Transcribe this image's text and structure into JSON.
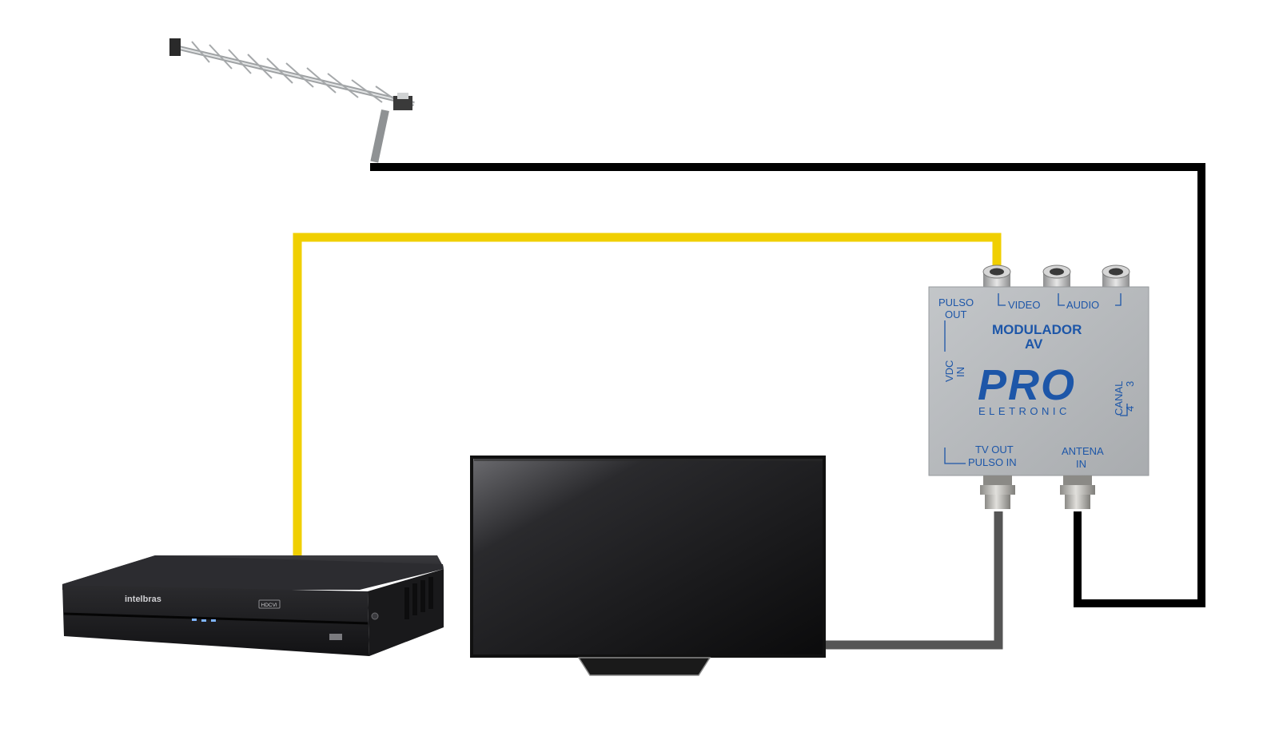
{
  "diagram": {
    "colors": {
      "video_cable": "#f0cf00",
      "antenna_cable": "#000000",
      "tv_cable": "#555555",
      "modulator_body": "#b7babd",
      "modulator_text": "#1d56a8",
      "dvr_body": "#1c1c1e",
      "tv_frame": "#111111"
    },
    "antenna": {
      "icon": "yagi-antenna-icon"
    },
    "dvr": {
      "brand": "intelbras",
      "badge": "HDCVI",
      "icon": "dvr-recorder-icon"
    },
    "tv": {
      "icon": "flat-tv-icon"
    },
    "modulator": {
      "title_line1": "MODULADOR",
      "title_line2": "AV",
      "logo_text": "PRO",
      "logo_subtext": "ELETRONIC",
      "port_video": "VIDEO",
      "port_audio": "AUDIO",
      "pulso_out_line1": "PULSO",
      "pulso_out_line2": "OUT",
      "vdc_in_line1": "VDC",
      "vdc_in_line2": "IN",
      "canal_label": "CANAL",
      "canal_opt_a": "4",
      "canal_opt_b": "3",
      "tv_out_line1": "TV OUT",
      "tv_out_line2": "PULSO IN",
      "antena_in_line1": "ANTENA",
      "antena_in_line2": "IN"
    }
  }
}
